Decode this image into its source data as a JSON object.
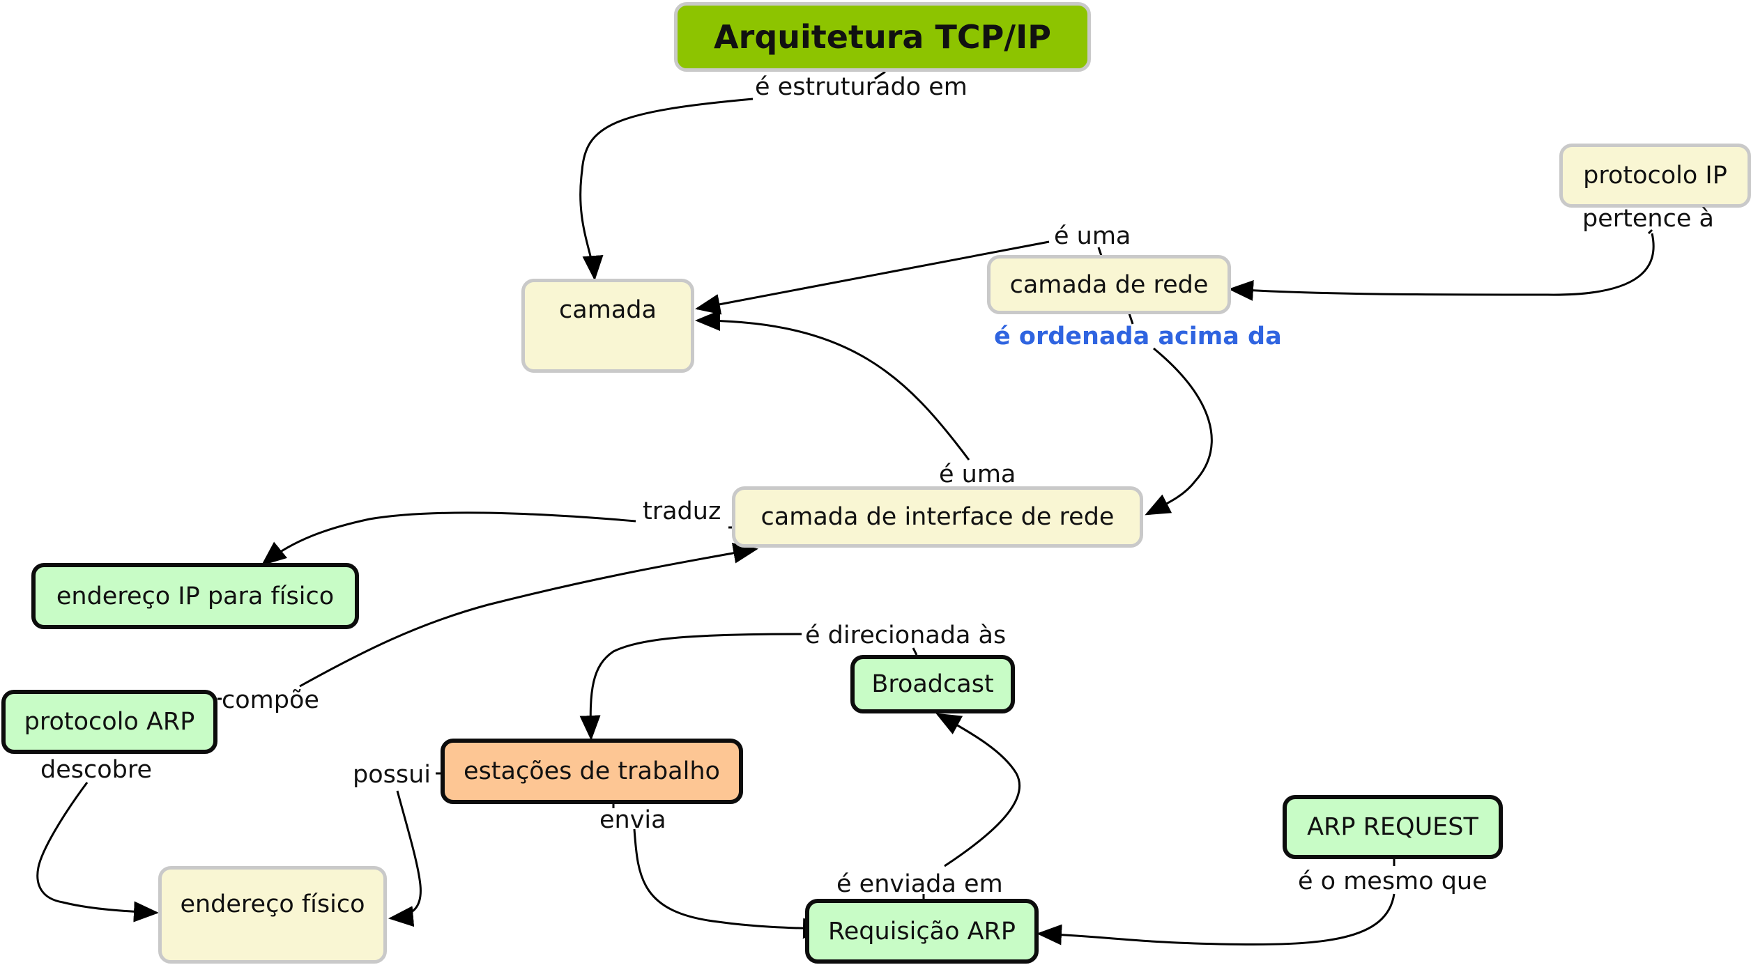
{
  "nodes": {
    "title": "Arquitetura TCP/IP",
    "camada": "camada",
    "camada_rede": "camada de rede",
    "protocolo_ip": "protocolo IP",
    "camada_interface": "camada de interface de rede",
    "endereco_ip_fisico": "endereço IP para físico",
    "protocolo_arp": "protocolo ARP",
    "estacoes": "estações de trabalho",
    "broadcast": "Broadcast",
    "endereco_fisico": "endereço físico",
    "requisicao_arp": "Requisição ARP",
    "arp_request": "ARP REQUEST"
  },
  "links": {
    "estruturado": "é estruturado em",
    "e_uma_1": "é uma",
    "pertence": "pertence à",
    "ordenada": "é ordenada acima da",
    "e_uma_2": "é uma",
    "traduz": "traduz",
    "compoe": "compõe",
    "descobre": "descobre",
    "possui": "possui",
    "direcionada": "é direcionada às",
    "envia": "envia",
    "enviada": "é enviada em",
    "mesmo": "é o mesmo que"
  },
  "colors": {
    "title_fill": "#8dc400",
    "concept_fill": "#f9f6d3",
    "concept_border": "#c9c9c9",
    "green_fill": "#c8fcc6",
    "orange_fill": "#fdc694",
    "highlight_link": "#2f64e0"
  }
}
